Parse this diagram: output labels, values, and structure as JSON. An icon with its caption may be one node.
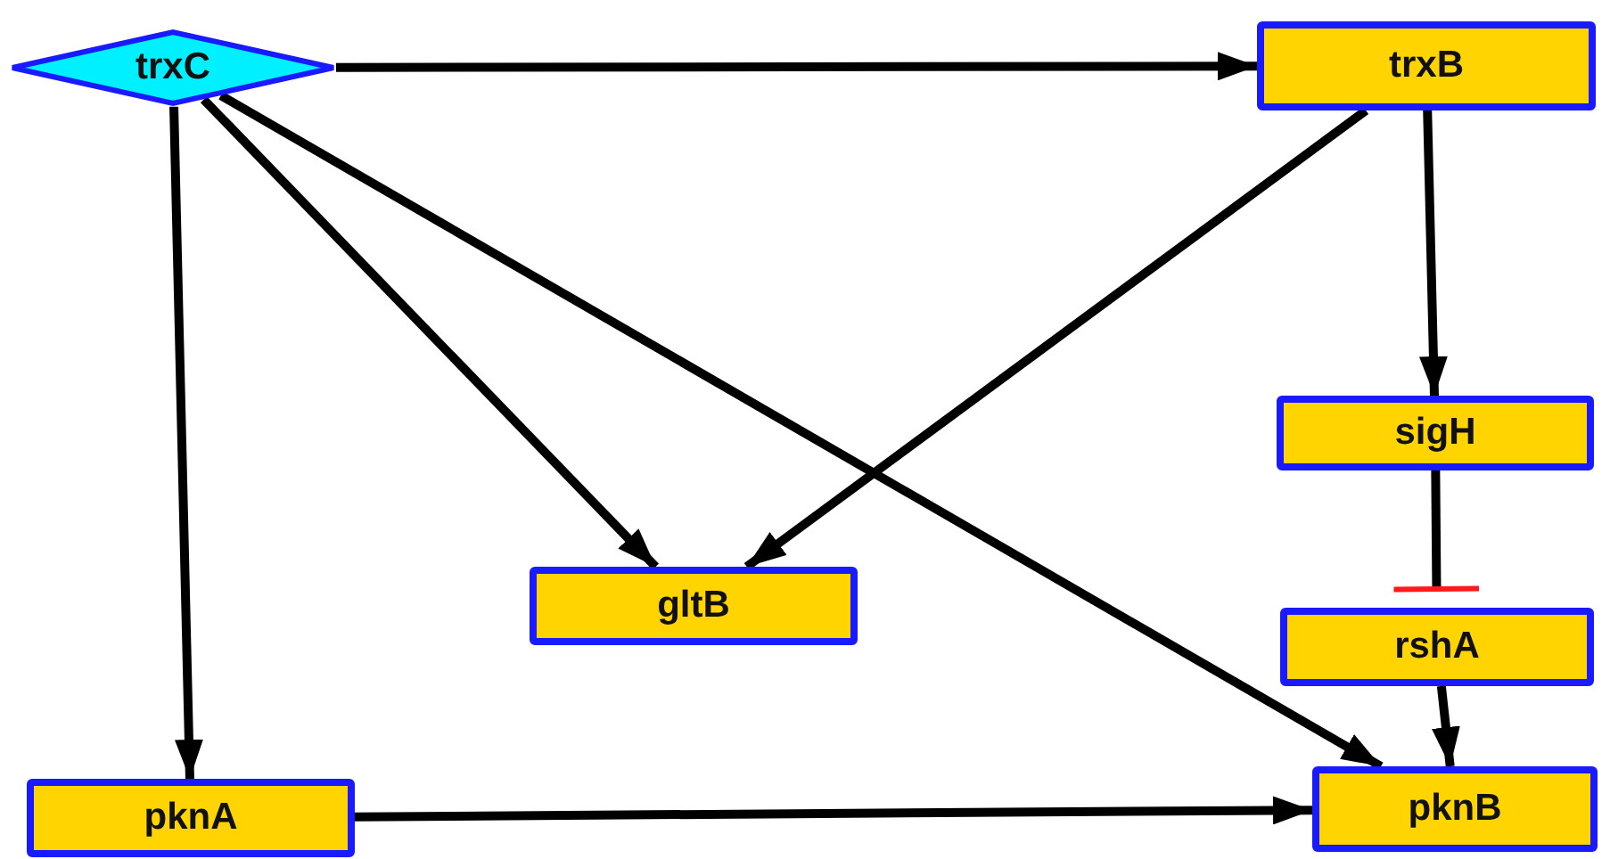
{
  "diagram": {
    "nodes": [
      {
        "text": [
          "trxC"
        ]
      },
      {
        "text": [
          "trxB"
        ]
      },
      {
        "text": [
          "sigH"
        ]
      },
      {
        "text": [
          "gltB"
        ]
      },
      {
        "text": [
          "rshA"
        ]
      },
      {
        "text": [
          "pknA"
        ]
      },
      {
        "text": [
          "pknB"
        ]
      }
    ],
    "edges": [
      {
        "from": 0,
        "to": 1,
        "arrow": "to"
      },
      {
        "from": 0,
        "to": 5,
        "arrow": "to"
      },
      {
        "from": 0,
        "to": 3,
        "arrow": "to"
      },
      {
        "from": 0,
        "to": 6,
        "arrow": "to"
      },
      {
        "from": 1,
        "to": 3,
        "arrow": "to"
      },
      {
        "from": 1,
        "to": 2,
        "arrow": "to"
      },
      {
        "from": 2,
        "to": 4,
        "arrow": "other"
      },
      {
        "from": 4,
        "to": 6,
        "arrow": "to"
      },
      {
        "from": 5,
        "to": 6,
        "arrow": "to"
      }
    ]
  }
}
